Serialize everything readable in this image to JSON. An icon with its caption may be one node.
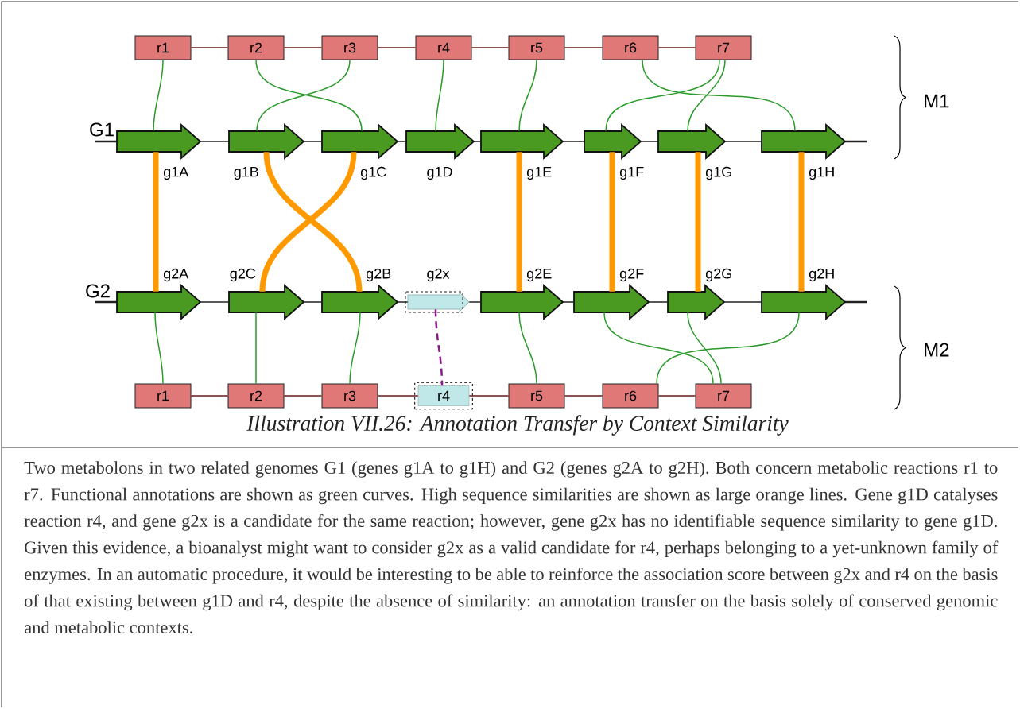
{
  "diagram": {
    "caption": "Illustration VII.26: Annotation Transfer by Context Similarity",
    "nodes": [
      {
        "text": [
          "r1"
        ]
      },
      {
        "text": [
          "r2"
        ]
      },
      {
        "text": [
          "r3"
        ]
      },
      {
        "text": [
          "r4"
        ]
      },
      {
        "text": [
          "r5"
        ]
      },
      {
        "text": [
          "r6"
        ]
      },
      {
        "text": [
          "r7"
        ]
      },
      {
        "text": [
          "g1A"
        ]
      },
      {
        "text": [
          "g1B"
        ]
      },
      {
        "text": [
          "g1C"
        ]
      },
      {
        "text": [
          "g1D"
        ]
      },
      {
        "text": [
          "g1E"
        ]
      },
      {
        "text": [
          "g1F"
        ]
      },
      {
        "text": [
          "g1G"
        ]
      },
      {
        "text": [
          "g1H"
        ]
      },
      {
        "text": [
          "g2A"
        ]
      },
      {
        "text": [
          "g2C"
        ]
      },
      {
        "text": [
          "g2B"
        ]
      },
      {
        "text": [
          "g2x"
        ]
      },
      {
        "text": [
          "g2E"
        ]
      },
      {
        "text": [
          "g2F"
        ]
      },
      {
        "text": [
          "g2G"
        ]
      },
      {
        "text": [
          "g2H"
        ]
      },
      {
        "text": [
          "r1"
        ]
      },
      {
        "text": [
          "r2"
        ]
      },
      {
        "text": [
          "r3"
        ]
      },
      {
        "text": [
          "r4"
        ]
      },
      {
        "text": [
          "r5"
        ]
      },
      {
        "text": [
          "r6"
        ]
      },
      {
        "text": [
          "r7"
        ]
      }
    ],
    "edges": [
      {
        "from": 0,
        "to": 1,
        "arrow": "none",
        "color": "#6b1a1a"
      },
      {
        "from": 1,
        "to": 2,
        "arrow": "none",
        "color": "#6b1a1a"
      },
      {
        "from": 2,
        "to": 3,
        "arrow": "none",
        "color": "#6b1a1a"
      },
      {
        "from": 3,
        "to": 4,
        "arrow": "none",
        "color": "#6b1a1a"
      },
      {
        "from": 4,
        "to": 5,
        "arrow": "none",
        "color": "#6b1a1a"
      },
      {
        "from": 5,
        "to": 6,
        "arrow": "none",
        "color": "#6b1a1a"
      },
      {
        "from": 23,
        "to": 24,
        "arrow": "none",
        "color": "#6b1a1a"
      },
      {
        "from": 24,
        "to": 25,
        "arrow": "none",
        "color": "#6b1a1a"
      },
      {
        "from": 25,
        "to": 26,
        "arrow": "none",
        "color": "#6b1a1a"
      },
      {
        "from": 26,
        "to": 27,
        "arrow": "none",
        "color": "#6b1a1a"
      },
      {
        "from": 27,
        "to": 28,
        "arrow": "none",
        "color": "#6b1a1a"
      },
      {
        "from": 28,
        "to": 29,
        "arrow": "none",
        "color": "#6b1a1a"
      },
      {
        "from": 7,
        "to": 8,
        "arrow": "none",
        "color": "#222222"
      },
      {
        "from": 8,
        "to": 9,
        "arrow": "none",
        "color": "#222222"
      },
      {
        "from": 9,
        "to": 10,
        "arrow": "none",
        "color": "#222222"
      },
      {
        "from": 10,
        "to": 11,
        "arrow": "none",
        "color": "#222222"
      },
      {
        "from": 11,
        "to": 12,
        "arrow": "none",
        "color": "#222222"
      },
      {
        "from": 12,
        "to": 13,
        "arrow": "none",
        "color": "#222222"
      },
      {
        "from": 13,
        "to": 14,
        "arrow": "none",
        "color": "#222222"
      },
      {
        "from": 15,
        "to": 16,
        "arrow": "none",
        "color": "#222222"
      },
      {
        "from": 16,
        "to": 17,
        "arrow": "none",
        "color": "#222222"
      },
      {
        "from": 17,
        "to": 18,
        "arrow": "none",
        "color": "#222222"
      },
      {
        "from": 18,
        "to": 19,
        "arrow": "none",
        "color": "#222222"
      },
      {
        "from": 19,
        "to": 20,
        "arrow": "none",
        "color": "#222222"
      },
      {
        "from": 20,
        "to": 21,
        "arrow": "none",
        "color": "#222222"
      },
      {
        "from": 21,
        "to": 22,
        "arrow": "none",
        "color": "#222222"
      },
      {
        "from": 0,
        "to": 7,
        "arrow": "none"
      },
      {
        "from": 1,
        "to": 9,
        "arrow": "none"
      },
      {
        "from": 2,
        "to": 8,
        "arrow": "none"
      },
      {
        "from": 3,
        "to": 10,
        "arrow": "none"
      },
      {
        "from": 4,
        "to": 11,
        "arrow": "none"
      },
      {
        "from": 5,
        "to": 14,
        "arrow": "none"
      },
      {
        "from": 6,
        "to": 12,
        "arrow": "none"
      },
      {
        "from": 6,
        "to": 13,
        "arrow": "none"
      },
      {
        "from": 15,
        "to": 23,
        "arrow": "none"
      },
      {
        "from": 16,
        "to": 24,
        "arrow": "none"
      },
      {
        "from": 17,
        "to": 25,
        "arrow": "none"
      },
      {
        "from": 19,
        "to": 27,
        "arrow": "none"
      },
      {
        "from": 20,
        "to": 29,
        "arrow": "none"
      },
      {
        "from": 21,
        "to": 29,
        "arrow": "none"
      },
      {
        "from": 22,
        "to": 28,
        "arrow": "none"
      },
      {
        "from": 7,
        "to": 15,
        "arrow": "none",
        "style": "thick",
        "color": "#ff9900"
      },
      {
        "from": 8,
        "to": 17,
        "arrow": "none",
        "style": "thick",
        "color": "#ff9900"
      },
      {
        "from": 9,
        "to": 16,
        "arrow": "none",
        "style": "thick",
        "color": "#ff9900"
      },
      {
        "from": 11,
        "to": 19,
        "arrow": "none",
        "style": "thick",
        "color": "#ff9900"
      },
      {
        "from": 12,
        "to": 20,
        "arrow": "none",
        "style": "thick",
        "color": "#ff9900"
      },
      {
        "from": 13,
        "to": 21,
        "arrow": "none",
        "style": "thick",
        "color": "#ff9900"
      },
      {
        "from": 14,
        "to": 22,
        "arrow": "none",
        "style": "thick",
        "color": "#ff9900"
      },
      {
        "from": 18,
        "to": 26,
        "arrow": "none",
        "style": "dashed",
        "color": "#8b1a8b"
      }
    ],
    "labels": [
      "M1",
      "G1",
      "G2",
      "M2",
      "Two metabolons in two related genomes G1 (genes g1A to g1H) and G2 (genes g2A to g2H). Both concern metabolic reactions r1 to r7. Functional annotations are shown as green curves. High sequence similarities are shown as large orange lines. Gene g1D catalyses reaction r4, and gene g2x is a candidate for the same reaction; however, gene g2x has no identifiable sequence similarity to gene g1D. Given this evidence, a bioanalyst might want to consider g2x as a valid candidate for r4, perhaps belonging to a yet-unknown family of enzymes. In an automatic procedure, it would be interesting to be able to reinforce the association score between g2x and r4 on the basis of that existing between g1D and r4, despite the absence of similarity: an annotation transfer on the basis solely of conserved genomic and metabolic contexts."
    ]
  }
}
